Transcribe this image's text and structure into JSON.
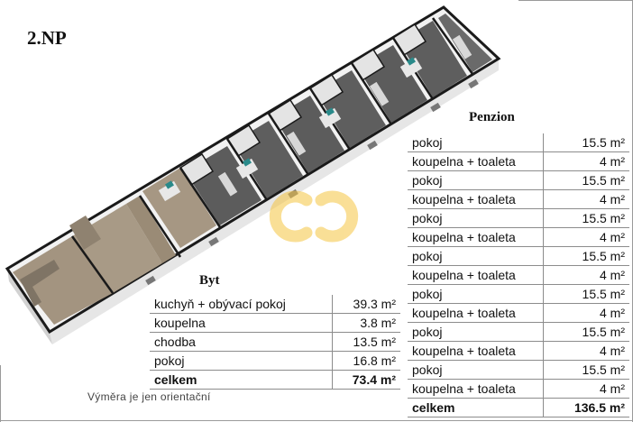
{
  "floor_label": "2.NP",
  "watermark": {
    "icon": "cc-logo-icon",
    "color": "#f5c542"
  },
  "byt": {
    "title": "Byt",
    "rows": [
      {
        "room": "kuchyň + obývací pokoj",
        "area": "39.3 m²"
      },
      {
        "room": "koupelna",
        "area": "3.8 m²"
      },
      {
        "room": "chodba",
        "area": "13.5 m²"
      },
      {
        "room": "pokoj",
        "area": "16.8 m²"
      }
    ],
    "total": {
      "label": "celkem",
      "area": "73.4 m²"
    }
  },
  "penzion": {
    "title": "Penzion",
    "rows": [
      {
        "room": "pokoj",
        "area": "15.5 m²"
      },
      {
        "room": "koupelna + toaleta",
        "area": "4 m²"
      },
      {
        "room": "pokoj",
        "area": "15.5 m²"
      },
      {
        "room": "koupelna + toaleta",
        "area": "4 m²"
      },
      {
        "room": "pokoj",
        "area": "15.5 m²"
      },
      {
        "room": "koupelna + toaleta",
        "area": "4 m²"
      },
      {
        "room": "pokoj",
        "area": "15.5 m²"
      },
      {
        "room": "koupelna + toaleta",
        "area": "4 m²"
      },
      {
        "room": "pokoj",
        "area": "15.5 m²"
      },
      {
        "room": "koupelna + toaleta",
        "area": "4 m²"
      },
      {
        "room": "pokoj",
        "area": "15.5 m²"
      },
      {
        "room": "koupelna + toaleta",
        "area": "4 m²"
      },
      {
        "room": "pokoj",
        "area": "15.5 m²"
      },
      {
        "room": "koupelna + toaleta",
        "area": "4 m²"
      }
    ],
    "total": {
      "label": "celkem",
      "area": "136.5 m²"
    }
  },
  "note": "Výměra je jen orientační"
}
